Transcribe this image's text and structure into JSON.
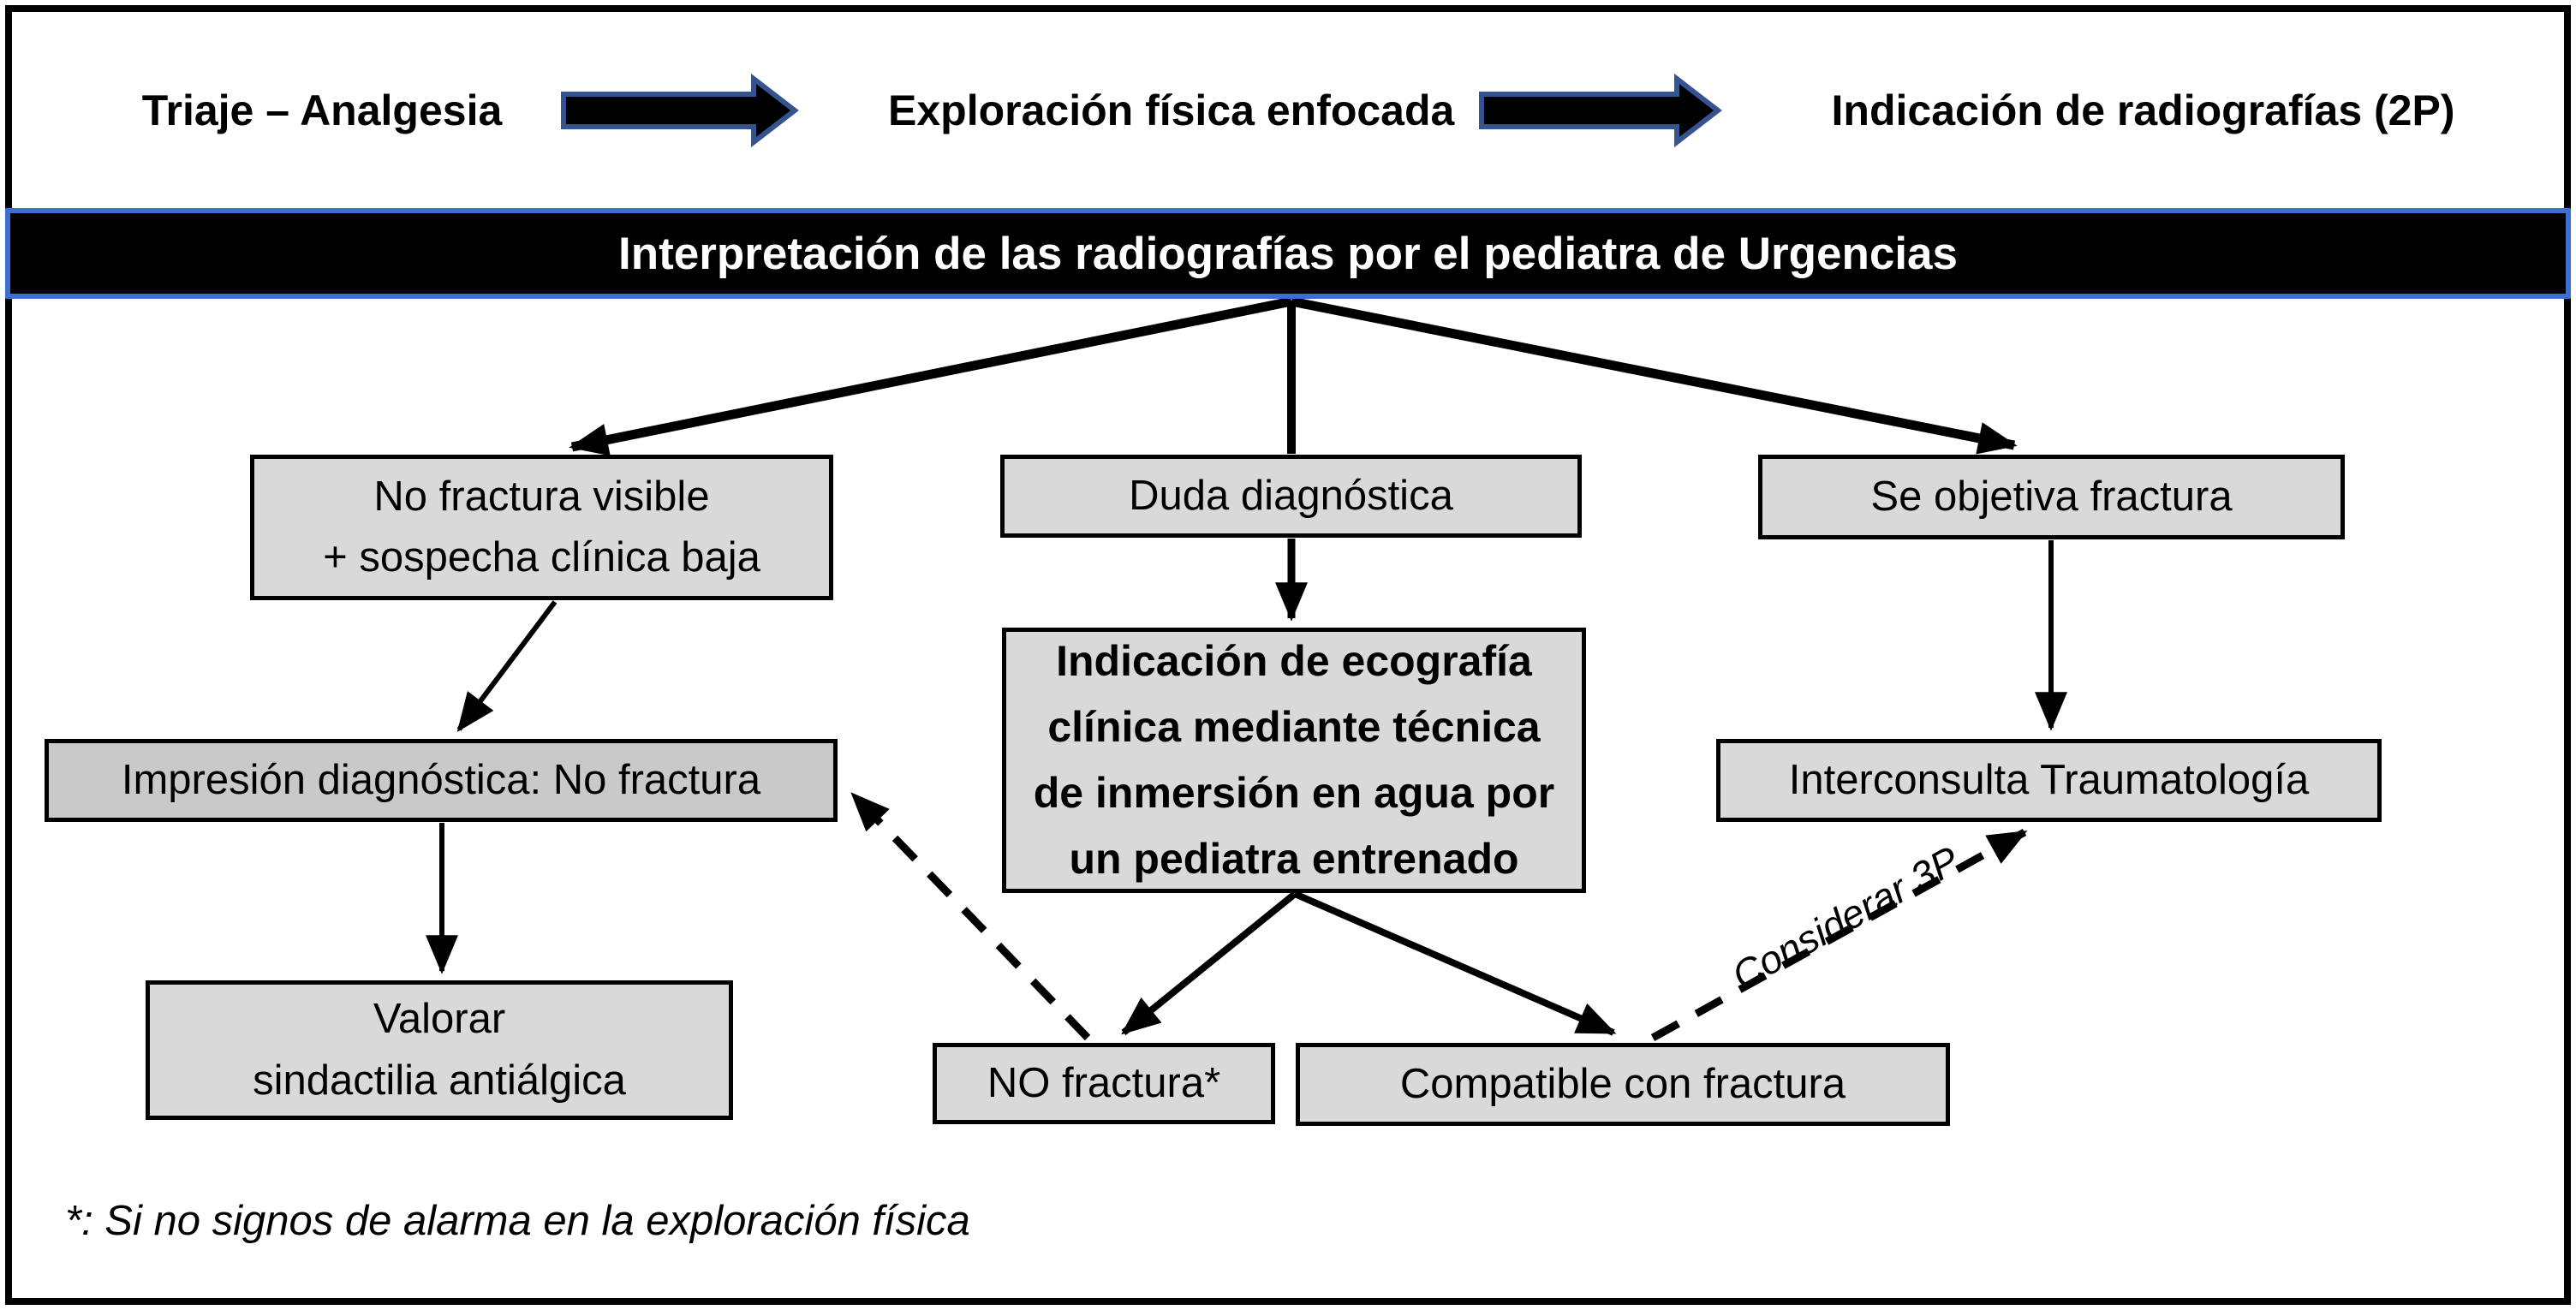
{
  "colors": {
    "banner_border_blue": "#3D6FD1",
    "block_arrow_outline_blue": "#35548F",
    "box_fill_gray": "#D9D9D9",
    "box_fill_dark_gray": "#C9C9C9",
    "banner_bg": "#000000",
    "banner_text": "#FFFFFF",
    "line_color": "#000000"
  },
  "top_flow": {
    "step1": "Triaje – Analgesia",
    "step2": "Exploración física enfocada",
    "step3": "Indicación de radiografías (2P)"
  },
  "banner": {
    "title": "Interpretación de las radiografías por el pediatra de Urgencias"
  },
  "boxes": {
    "no_fractura_visible": "No fractura visible\n+ sospecha clínica baja",
    "duda_diagnostica": "Duda diagnóstica",
    "se_objetiva_fractura": "Se objetiva fractura",
    "impresion_diagnostica": "Impresión diagnóstica: No fractura",
    "ecografia": "Indicación de ecografía\nclínica mediante técnica\nde inmersión en agua por\nun pediatra entrenado",
    "interconsulta": "Interconsulta Traumatología",
    "valorar": "Valorar\nsindactilia antiálgica",
    "no_fractura_eco": "NO fractura*",
    "compatible_fractura": "Compatible con fractura"
  },
  "annotations": {
    "considerar_3p": "Considerar 3P",
    "footnote": "*: Si no signos de alarma en la exploración física"
  }
}
